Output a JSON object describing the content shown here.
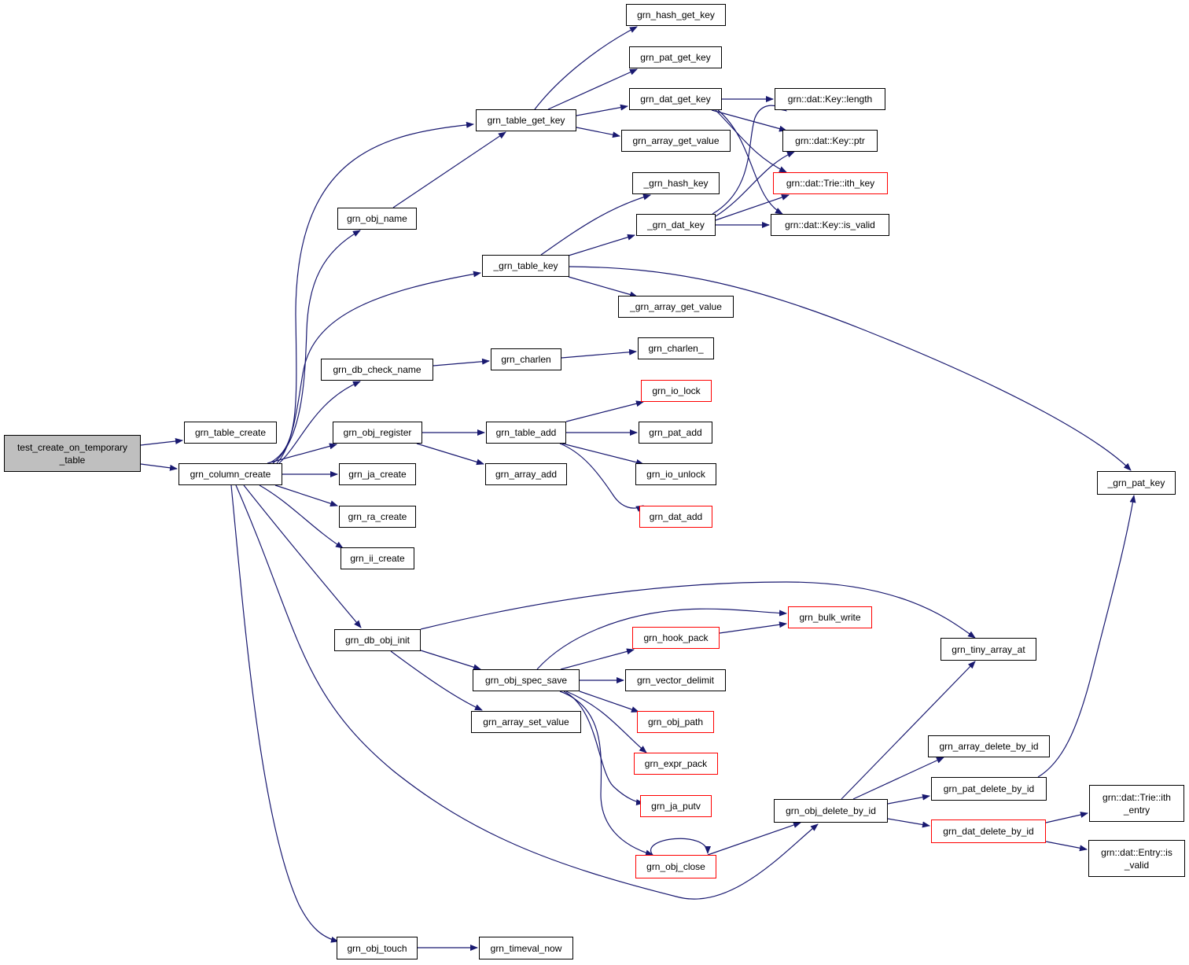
{
  "diagram": {
    "colors": {
      "edge": "#191970",
      "node_border": "#000000",
      "node_border_incomplete": "#ff0000",
      "root_fill": "#bfbfbf"
    },
    "nodes": {
      "n_test": "test_create_on_temporary\n_table",
      "n_table_create": "grn_table_create",
      "n_column_create": "grn_column_create",
      "n_hash_get_key": "grn_hash_get_key",
      "n_pat_get_key": "grn_pat_get_key",
      "n_dat_get_key": "grn_dat_get_key",
      "n_table_get_key": "grn_table_get_key",
      "n_array_get_value": "grn_array_get_value",
      "n_key_length": "grn::dat::Key::length",
      "n_key_ptr": "grn::dat::Key::ptr",
      "n_trie_ith_key": "grn::dat::Trie::ith_key",
      "n_key_is_valid": "grn::dat::Key::is_valid",
      "n__hash_key": "_grn_hash_key",
      "n__dat_key": "_grn_dat_key",
      "n_obj_name": "grn_obj_name",
      "n__table_key": "_grn_table_key",
      "n__array_get_value": "_grn_array_get_value",
      "n_db_check_name": "grn_db_check_name",
      "n_charlen": "grn_charlen",
      "n_charlen_": "grn_charlen_",
      "n_io_lock": "grn_io_lock",
      "n_obj_register": "grn_obj_register",
      "n_table_add": "grn_table_add",
      "n_pat_add": "grn_pat_add",
      "n_io_unlock": "grn_io_unlock",
      "n__pat_key": "_grn_pat_key",
      "n_ja_create": "grn_ja_create",
      "n_array_add": "grn_array_add",
      "n_dat_add": "grn_dat_add",
      "n_ra_create": "grn_ra_create",
      "n_ii_create": "grn_ii_create",
      "n_bulk_write": "grn_bulk_write",
      "n_hook_pack": "grn_hook_pack",
      "n_db_obj_init": "grn_db_obj_init",
      "n_tiny_array_at": "grn_tiny_array_at",
      "n_obj_spec_save": "grn_obj_spec_save",
      "n_vector_delimit": "grn_vector_delimit",
      "n_obj_path": "grn_obj_path",
      "n_array_set_value": "grn_array_set_value",
      "n_array_delete_by_id": "grn_array_delete_by_id",
      "n_expr_pack": "grn_expr_pack",
      "n_pat_delete_by_id": "grn_pat_delete_by_id",
      "n_trie_ith_entry": "grn::dat::Trie::ith\n_entry",
      "n_ja_putv": "grn_ja_putv",
      "n_obj_delete_by_id": "grn_obj_delete_by_id",
      "n_dat_delete_by_id": "grn_dat_delete_by_id",
      "n_entry_is_valid": "grn::dat::Entry::is\n_valid",
      "n_obj_close": "grn_obj_close",
      "n_obj_touch": "grn_obj_touch",
      "n_timeval_now": "grn_timeval_now"
    }
  }
}
